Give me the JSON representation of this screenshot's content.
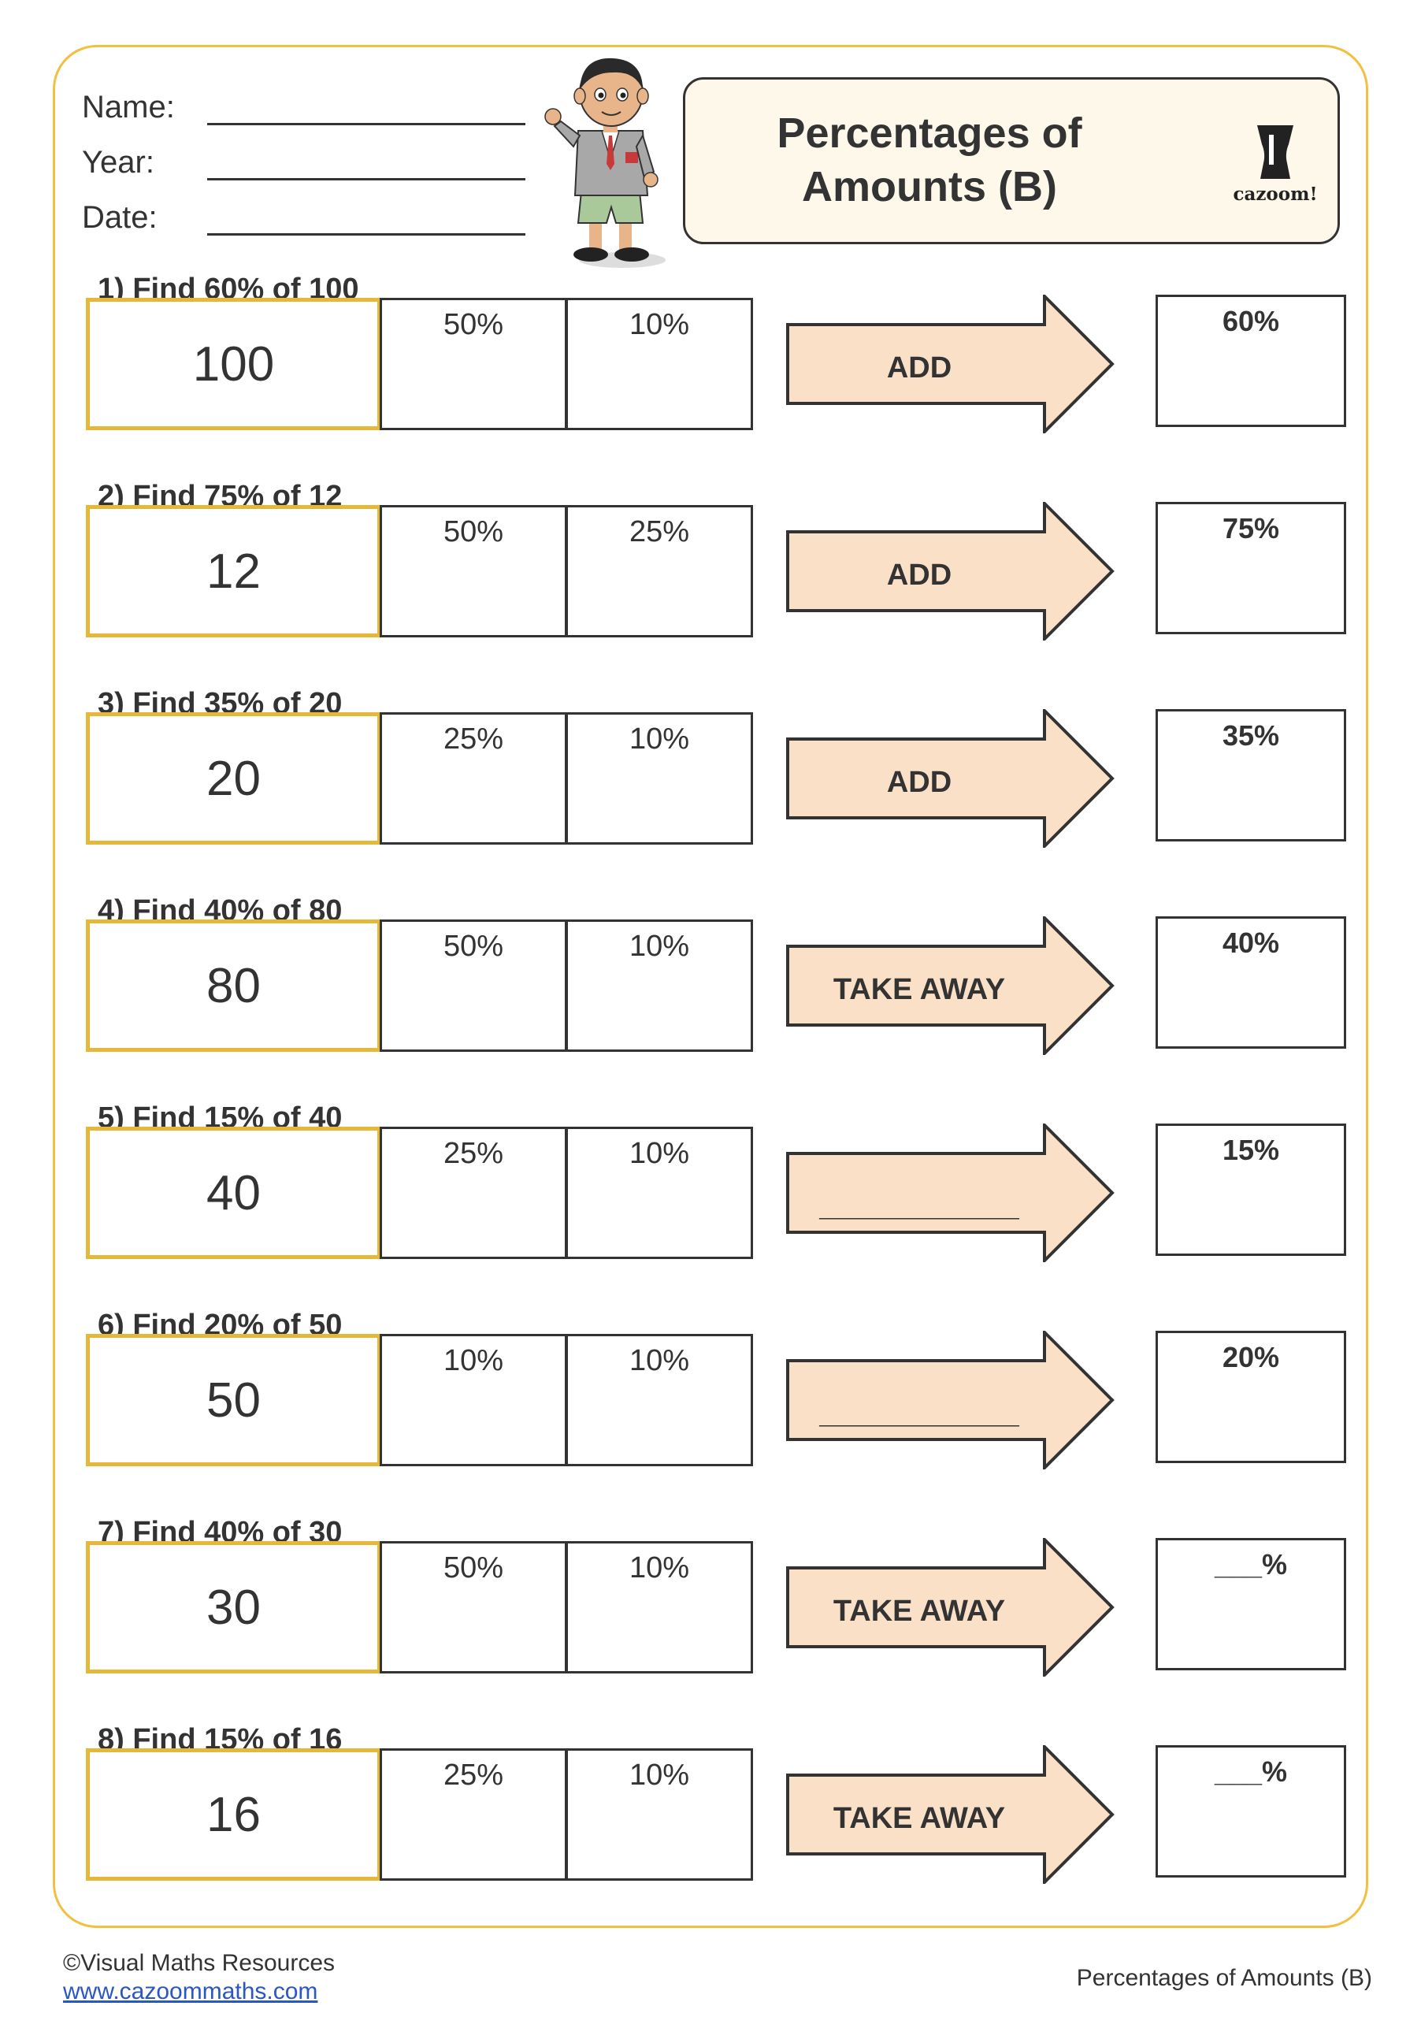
{
  "header": {
    "name_label": "Name:",
    "year_label": "Year:",
    "date_label": "Date:",
    "title_line1": "Percentages of",
    "title_line2": "Amounts (B)",
    "logo_text": "cazoom!"
  },
  "problems": [
    {
      "question": "1) Find 60% of 100",
      "amount": "100",
      "part1": "50%",
      "part2": "10%",
      "operation": "ADD",
      "result": "60%"
    },
    {
      "question": "2) Find 75% of 12",
      "amount": "12",
      "part1": "50%",
      "part2": "25%",
      "operation": "ADD",
      "result": "75%"
    },
    {
      "question": "3) Find 35% of 20",
      "amount": "20",
      "part1": "25%",
      "part2": "10%",
      "operation": "ADD",
      "result": "35%"
    },
    {
      "question": "4) Find 40% of 80",
      "amount": "80",
      "part1": "50%",
      "part2": "10%",
      "operation": "TAKE AWAY",
      "result": "40%"
    },
    {
      "question": "5) Find 15% of 40",
      "amount": "40",
      "part1": "25%",
      "part2": "10%",
      "operation": "____________",
      "result": "15%"
    },
    {
      "question": "6) Find 20% of 50",
      "amount": "50",
      "part1": "10%",
      "part2": "10%",
      "operation": "____________",
      "result": "20%"
    },
    {
      "question": "7) Find 40% of 30",
      "amount": "30",
      "part1": "50%",
      "part2": "10%",
      "operation": "TAKE AWAY",
      "result": "___%"
    },
    {
      "question": "8) Find 15% of 16",
      "amount": "16",
      "part1": "25%",
      "part2": "10%",
      "operation": "TAKE AWAY",
      "result": "___%"
    }
  ],
  "footer": {
    "copyright": "©Visual Maths Resources",
    "website": "www.cazoommaths.com",
    "page_title": "Percentages of Amounts (B)"
  },
  "colors": {
    "frame": "#f0c040",
    "amount_border": "#e6b83a",
    "arrow_fill": "#fbe0c8",
    "title_bg": "#fdf8ea"
  }
}
